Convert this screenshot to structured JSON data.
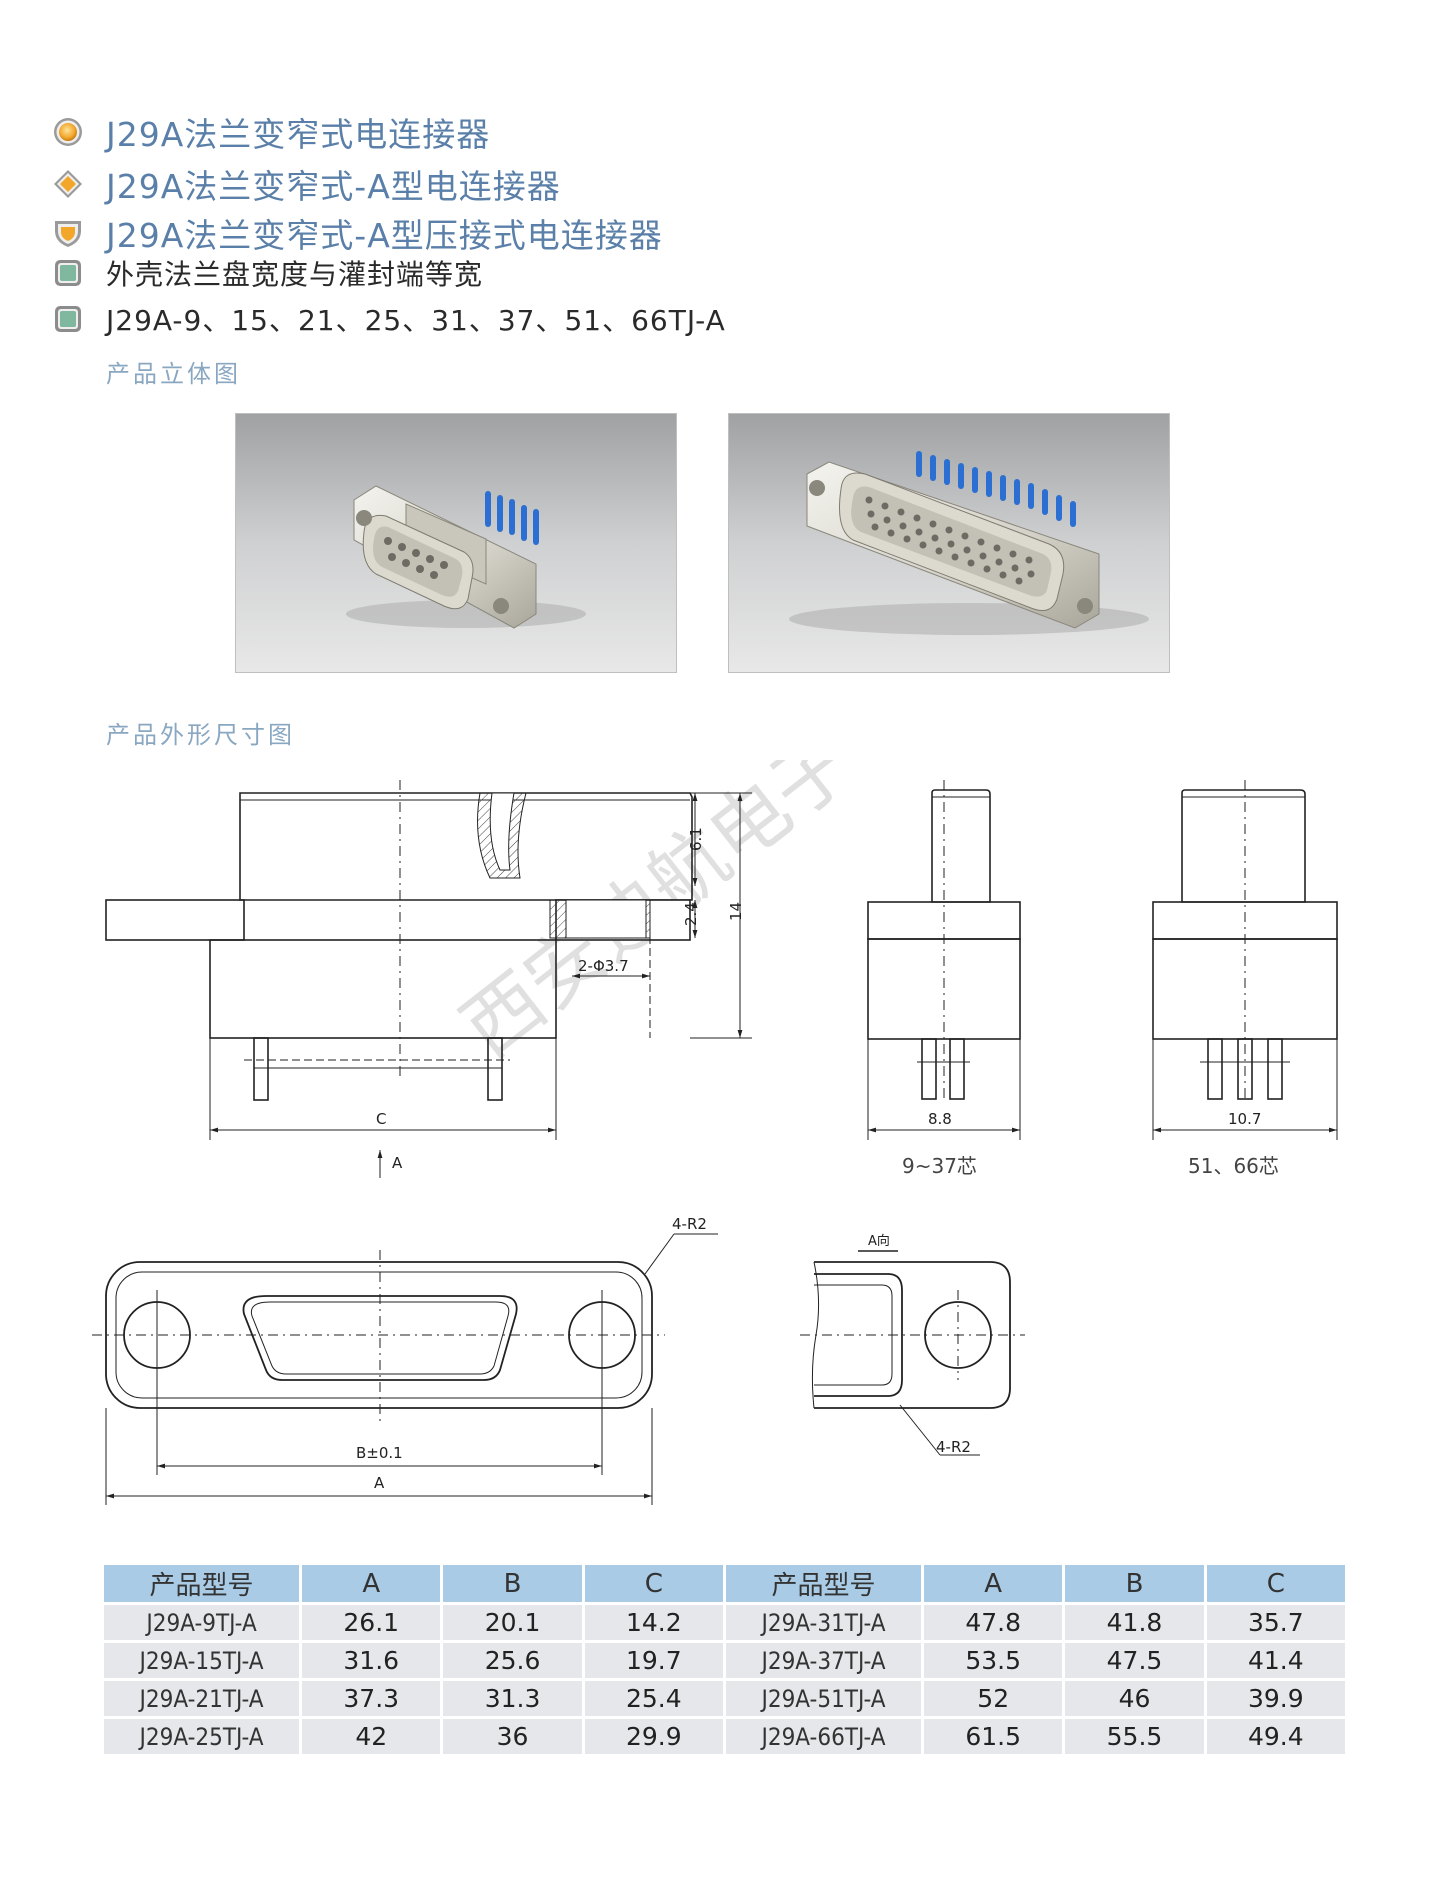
{
  "headings": [
    {
      "text": "J29A法兰变窄式电连接器",
      "icon": "circle-bullet-icon"
    },
    {
      "text": "J29A法兰变窄式-A型电连接器",
      "icon": "diamond-bullet-icon"
    },
    {
      "text": "J29A法兰变窄式-A型压接式电连接器",
      "icon": "shield-bullet-icon"
    },
    {
      "text": "外壳法兰盘宽度与灌封端等宽",
      "icon": "square-bullet-icon"
    },
    {
      "text": "J29A-9、15、21、25、31、37、51、66TJ-A",
      "icon": "square-bullet-icon"
    }
  ],
  "sections": {
    "photos_label": "产品立体图",
    "drawing_label": "产品外形尺寸图"
  },
  "drawing": {
    "dim_6_1": "6.1",
    "dim_2_4": "2.4",
    "dim_14": "14",
    "hole_dim": "2-Φ3.7",
    "dim_c": "C",
    "view_arrow": "A",
    "dim_8_8": "8.8",
    "dim_10_7": "10.7",
    "caption_small": "9~37芯",
    "caption_large": "51、66芯",
    "radius_top": "4-R2",
    "dim_b": "B±0.1",
    "dim_a": "A",
    "view_label": "A向",
    "radius_bottom": "4-R2",
    "watermark": "西安迪航电子"
  },
  "table": {
    "headers": [
      "产品型号",
      "A",
      "B",
      "C",
      "产品型号",
      "A",
      "B",
      "C"
    ],
    "rows": [
      [
        "J29A-9TJ-A",
        "26.1",
        "20.1",
        "14.2",
        "J29A-31TJ-A",
        "47.8",
        "41.8",
        "35.7"
      ],
      [
        "J29A-15TJ-A",
        "31.6",
        "25.6",
        "19.7",
        "J29A-37TJ-A",
        "53.5",
        "47.5",
        "41.4"
      ],
      [
        "J29A-21TJ-A",
        "37.3",
        "31.3",
        "25.4",
        "J29A-51TJ-A",
        "52",
        "46",
        "39.9"
      ],
      [
        "J29A-25TJ-A",
        "42",
        "36",
        "29.9",
        "J29A-66TJ-A",
        "61.5",
        "55.5",
        "49.4"
      ]
    ]
  },
  "colors": {
    "heading": "#5a7fa8",
    "table_header": "#a9cbe6",
    "table_cell": "#e5e7ea"
  }
}
